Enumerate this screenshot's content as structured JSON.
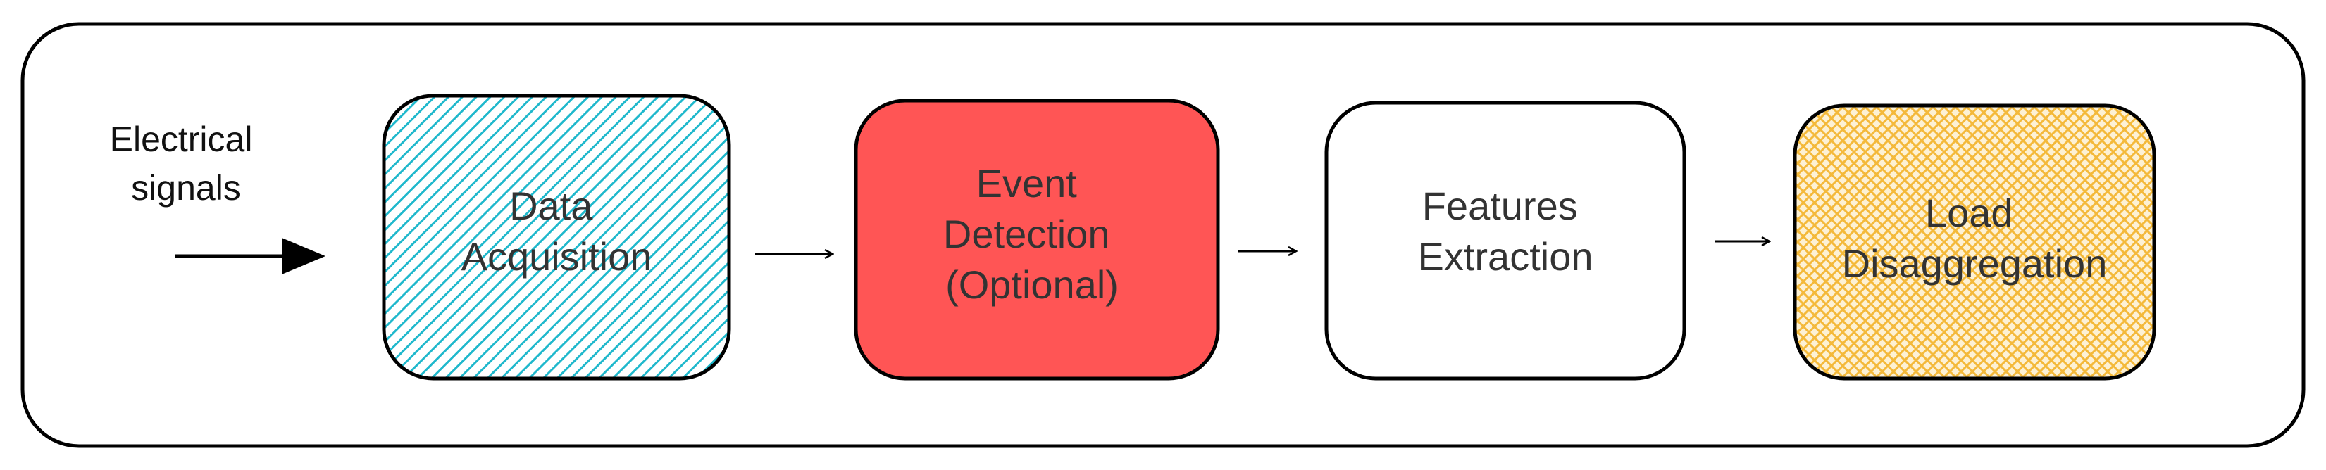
{
  "input": {
    "label_lines": [
      "Electrical",
      "signals"
    ]
  },
  "steps": [
    {
      "lines": [
        "Data",
        "Acquisition"
      ],
      "fill": "#1fb8cc",
      "pattern": "diagonal-hatch"
    },
    {
      "lines": [
        "Event",
        "Detection",
        "(Optional)"
      ],
      "fill": "#ff5555",
      "pattern": "solid"
    },
    {
      "lines": [
        "Features",
        "Extraction"
      ],
      "fill": "#ffffff",
      "pattern": "solid"
    },
    {
      "lines": [
        "Load",
        "Disaggregation"
      ],
      "fill": "#f7c34a",
      "pattern": "cross-hatch"
    }
  ],
  "colors": {
    "stroke": "#000000",
    "text": "#333333",
    "hatch_blue": "#1fb8cc",
    "event_red": "#ff5555",
    "crosshatch_yellow": "#f7c34a"
  }
}
